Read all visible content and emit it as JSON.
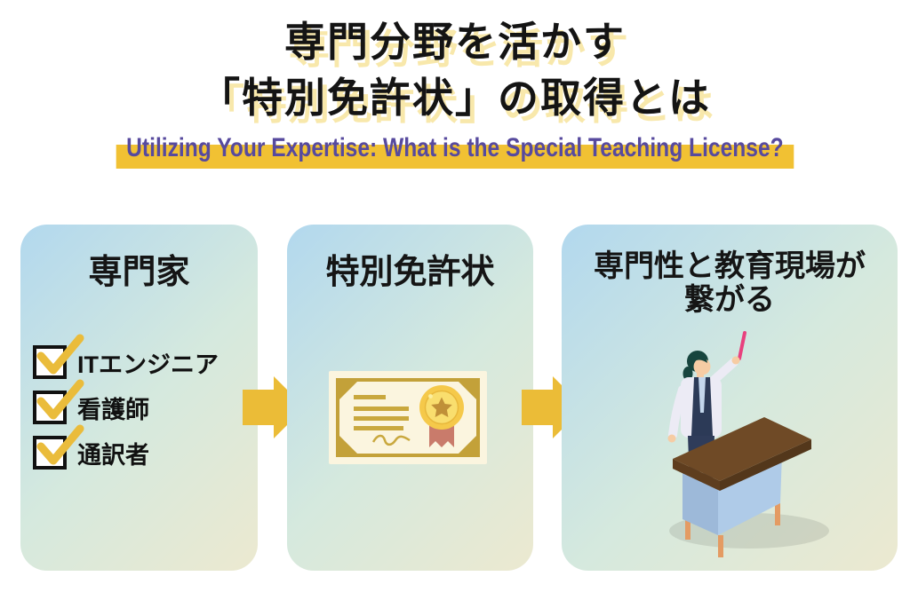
{
  "header": {
    "title_line1": "専門分野を活かす",
    "title_line2": "「特別免許状」の取得とは",
    "subtitle": "Utilizing Your Expertise: What is the Special Teaching License?"
  },
  "cards": [
    {
      "heading": "専門家",
      "items": [
        "ITエンジニア",
        "看護師",
        "通訳者"
      ]
    },
    {
      "heading": "特別免許状",
      "illustration": "certificate-with-gold-seal-and-ribbon"
    },
    {
      "heading_line1": "専門性と教育現場が",
      "heading_line2": "繋がる",
      "illustration": "teacher-pointing-at-lectern"
    }
  ],
  "icons": {
    "checkbox": "checked-checkbox",
    "arrow": "arrow-right",
    "certificate": "certificate-illustration",
    "teacher": "teacher-at-desk-illustration"
  },
  "colors": {
    "title_text": "#141414",
    "title_highlight": "#F8E8AB",
    "subtitle_text": "#574A9E",
    "subtitle_bar": "#F1C133",
    "accent_gold": "#EBBC37",
    "card_gradient_start": "#B2D8EE",
    "card_gradient_mid": "#D5E9DE",
    "card_gradient_end": "#ECE9D0",
    "check_gold": "#EABC3B",
    "certificate_paper": "#FBF5DF",
    "certificate_gold": "#C3A139",
    "medal_gold": "#F5C94A",
    "ribbon_red": "#C97B6B"
  }
}
